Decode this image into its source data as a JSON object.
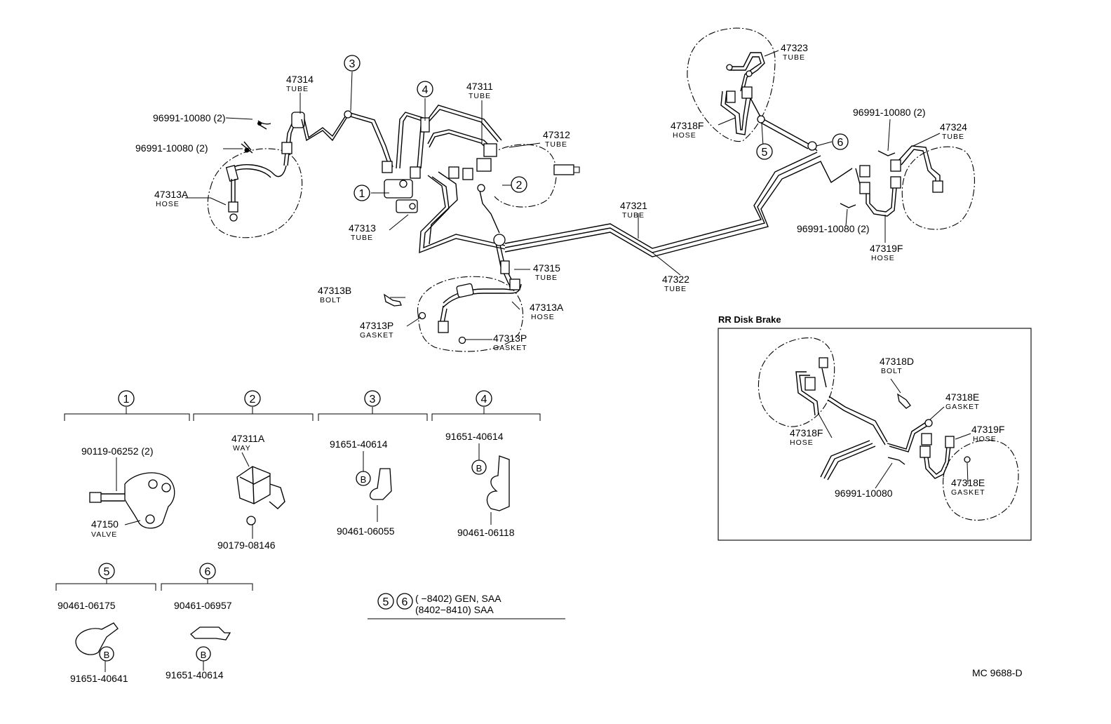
{
  "callouts": {
    "c473114_num": "47314",
    "c473114_desc": "TUBE",
    "c47311_num": "47311",
    "c47311_desc": "TUBE",
    "c47312_num": "47312",
    "c47312_desc": "TUBE",
    "c47313_num": "47313",
    "c47313_desc": "TUBE",
    "c47313A_left_num": "47313A",
    "c47313A_left_desc": "HOSE",
    "c96991_top_a": "96991-10080 (2)",
    "c96991_top_b": "96991-10080 (2)",
    "c47321_num": "47321",
    "c47321_desc": "TUBE",
    "c47322_num": "47322",
    "c47322_desc": "TUBE",
    "c47315_num": "47315",
    "c47315_desc": "TUBE",
    "c47313A_mid_num": "47313A",
    "c47313A_mid_desc": "HOSE",
    "c47313B_num": "47313B",
    "c47313B_desc": "BOLT",
    "c47313P_a_num": "47313P",
    "c47313P_a_desc": "GASKET",
    "c47313P_b_num": "47313P",
    "c47313P_b_desc": "GASKET",
    "c47323_num": "47323",
    "c47323_desc": "TUBE",
    "c47318F_top_num": "47318F",
    "c47318F_top_desc": "HOSE",
    "c96991_right_a": "96991-10080 (2)",
    "c47324_num": "47324",
    "c47324_desc": "TUBE",
    "c96991_right_b": "96991-10080 (2)",
    "c47319F_top_num": "47319F",
    "c47319F_top_desc": "HOSE"
  },
  "circle_labels": {
    "n1": "1",
    "n2": "2",
    "n3": "3",
    "n4": "4",
    "n5": "5",
    "n6": "6",
    "b": "B"
  },
  "inset": {
    "title": "RR Disk Brake",
    "c47318D_num": "47318D",
    "c47318D_desc": "BOLT",
    "c47318E_a_num": "47318E",
    "c47318E_a_desc": "GASKET",
    "c47319F_num": "47319F",
    "c47319F_desc": "HOSE",
    "c47318F_num": "47318F",
    "c47318F_desc": "HOSE",
    "c47318E_b_num": "47318E",
    "c47318E_b_desc": "GASKET",
    "c96991": "96991-10080"
  },
  "details": {
    "g1_bolt": "90119-06252 (2)",
    "g1_valve_num": "47150",
    "g1_valve_desc": "VALVE",
    "g2_way_num": "47311A",
    "g2_way_desc": "WAY",
    "g2_nut": "90179-08146",
    "g3_top": "91651-40614",
    "g3_bottom": "90461-06055",
    "g4_top": "91651-40614",
    "g4_bottom": "90461-06118",
    "g5_top": "90461-06175",
    "g5_bottom": "91651-40641",
    "g6_top": "90461-06957",
    "g6_bottom": "91651-40614"
  },
  "note": {
    "line1": "(       −8402) GEN, SAA",
    "line2": "(8402−8410) SAA"
  },
  "drawing_code": "MC 9688-D"
}
